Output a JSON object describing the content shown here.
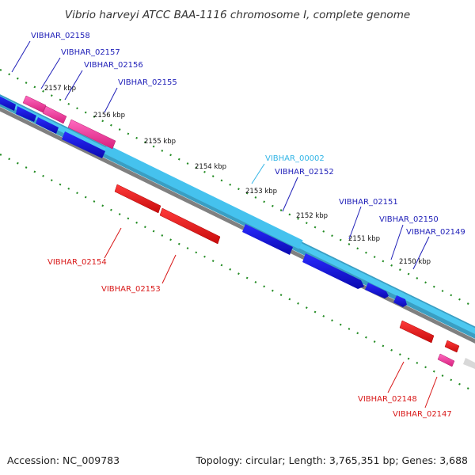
{
  "title": "Vibrio harveyi ATCC BAA-1116 chromosome I, complete genome",
  "accession": "Accession: NC_009783",
  "summary": "Topology: circular; Length: 3,765,351 bp; Genes: 3,688",
  "colors": {
    "forward_gene": "#1414d6",
    "reverse_gene": "#e01414",
    "forward_pseudo": "#ef3aa0",
    "reverse_pseudo": "#ec4fa0",
    "rna": "#3fc6ec",
    "backbone": "#3a9ec2",
    "dark_line": "#808080",
    "ticks": "#228b22"
  },
  "ticks": [
    {
      "label": "2157 kbp"
    },
    {
      "label": "2156 kbp"
    },
    {
      "label": "2155 kbp"
    },
    {
      "label": "2154 kbp"
    },
    {
      "label": "2153 kbp"
    },
    {
      "label": "2152 kbp"
    },
    {
      "label": "2151 kbp"
    },
    {
      "label": "2150 kbp"
    }
  ],
  "gene_labels": [
    {
      "label": "VIBHAR_02158",
      "color": "#1f1fb8"
    },
    {
      "label": "VIBHAR_02157",
      "color": "#1f1fb8"
    },
    {
      "label": "VIBHAR_02156",
      "color": "#1f1fb8"
    },
    {
      "label": "VIBHAR_02155",
      "color": "#1f1fb8"
    },
    {
      "label": "VIBHAR_00002",
      "color": "#33b5e6"
    },
    {
      "label": "VIBHAR_02152",
      "color": "#1f1fb8"
    },
    {
      "label": "VIBHAR_02151",
      "color": "#1f1fb8"
    },
    {
      "label": "VIBHAR_02150",
      "color": "#1f1fb8"
    },
    {
      "label": "VIBHAR_02149",
      "color": "#1f1fb8"
    },
    {
      "label": "VIBHAR_02154",
      "color": "#d81818"
    },
    {
      "label": "VIBHAR_02153",
      "color": "#d81818"
    },
    {
      "label": "VIBHAR_02148",
      "color": "#d81818"
    },
    {
      "label": "VIBHAR_02147",
      "color": "#d81818"
    }
  ]
}
